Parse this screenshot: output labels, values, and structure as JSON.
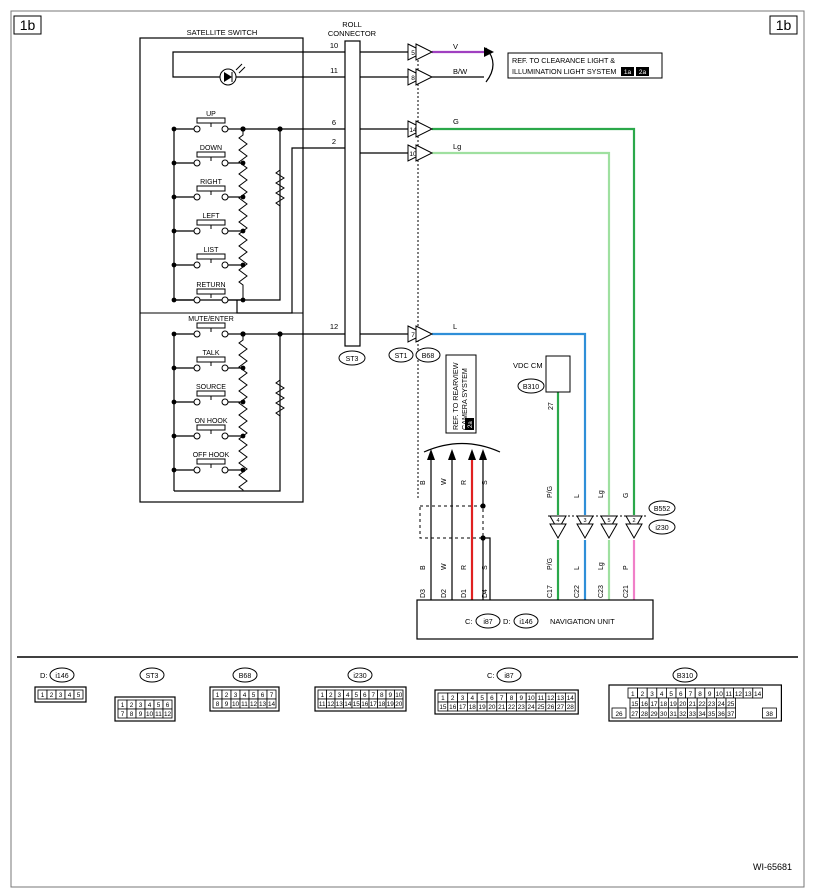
{
  "page": {
    "tag_left": "1b",
    "tag_right": "1b",
    "figure_id": "WI-65681"
  },
  "satellite_switch": {
    "title": "SATELLITE SWITCH",
    "buttons": [
      "UP",
      "DOWN",
      "RIGHT",
      "LEFT",
      "LIST",
      "RETURN",
      "MUTE/ENTER",
      "TALK",
      "SOURCE",
      "ON HOOK",
      "OFF HOOK"
    ]
  },
  "roll_connector": {
    "title_line1": "ROLL",
    "title_line2": "CONNECTOR",
    "pins": [
      "10",
      "11",
      "6",
      "2",
      "12"
    ],
    "tag": "ST3"
  },
  "connectors_mid": {
    "pins": [
      "5",
      "8",
      "14",
      "10",
      "7"
    ],
    "tags": [
      "ST1",
      "B68"
    ]
  },
  "wire_colors": {
    "violet": "#a040c0",
    "green": "#2aa84a",
    "light_green": "#9fe0a0",
    "blue": "#2f8fd8",
    "red": "#e02020",
    "pink": "#f080c8",
    "black": "#000000"
  },
  "wires": [
    {
      "code": "V",
      "color": "violet"
    },
    {
      "code": "B/W",
      "color": "black"
    },
    {
      "code": "G",
      "color": "green"
    },
    {
      "code": "Lg",
      "color": "light_green"
    },
    {
      "code": "L",
      "color": "blue"
    }
  ],
  "ref_clearance": {
    "line1": "REF. TO CLEARANCE LIGHT &",
    "line2": "ILLUMINATION LIGHT SYSTEM",
    "badges": [
      "1a",
      "2a"
    ]
  },
  "ref_camera": {
    "line1": "REF. TO REARVIEW",
    "line2": "CAMERA SYSTEM",
    "badge": "2a"
  },
  "vdc": {
    "label": "VDC CM",
    "tag": "B310",
    "pin": "27"
  },
  "camera_wires": {
    "upper": [
      "B",
      "W",
      "R",
      "S"
    ],
    "lower": [
      "B",
      "W",
      "R",
      "S"
    ],
    "pins": [
      "D3",
      "D2",
      "D1",
      "D4"
    ]
  },
  "nav_wires": {
    "upper": [
      "P/G",
      "L",
      "Lg",
      "G"
    ],
    "lower": [
      "P/G",
      "L",
      "Lg",
      "P"
    ],
    "pins": [
      "C17",
      "C22",
      "C23",
      "C21"
    ],
    "joint_pins": [
      "4",
      "3",
      "5",
      "2"
    ],
    "tags": [
      "B552",
      "i230"
    ]
  },
  "navigation_unit": {
    "label": "NAVIGATION UNIT",
    "c_prefix": "C:",
    "c_tag": "i87",
    "d_prefix": "D:",
    "d_tag": "i146"
  },
  "connector_views": [
    {
      "prefix": "D:",
      "tag": "i146",
      "rows": [
        [
          "1",
          "2",
          "3",
          "4",
          "5"
        ]
      ]
    },
    {
      "prefix": "",
      "tag": "ST3",
      "rows": [
        [
          "1",
          "2",
          "3",
          "4",
          "5",
          "6"
        ],
        [
          "7",
          "8",
          "9",
          "10",
          "11",
          "12"
        ]
      ]
    },
    {
      "prefix": "",
      "tag": "B68",
      "rows": [
        [
          "1",
          "2",
          "3",
          "4",
          "5",
          "6",
          "7"
        ],
        [
          "8",
          "9",
          "10",
          "11",
          "12",
          "13",
          "14"
        ]
      ]
    },
    {
      "prefix": "",
      "tag": "i230",
      "rows": [
        [
          "1",
          "2",
          "3",
          "4",
          "5",
          "6",
          "7",
          "8",
          "9",
          "10"
        ],
        [
          "11",
          "12",
          "13",
          "14",
          "15",
          "16",
          "17",
          "18",
          "19",
          "20"
        ]
      ]
    },
    {
      "prefix": "C:",
      "tag": "i87",
      "rows": [
        [
          "1",
          "2",
          "3",
          "4",
          "5",
          "6",
          "7",
          "8",
          "9",
          "10",
          "11",
          "12",
          "13",
          "14"
        ],
        [
          "15",
          "16",
          "17",
          "18",
          "19",
          "20",
          "21",
          "22",
          "23",
          "24",
          "25",
          "26",
          "27",
          "28"
        ]
      ]
    },
    {
      "prefix": "",
      "tag": "B310",
      "rows": [
        [
          "1",
          "2",
          "3",
          "4",
          "5",
          "6",
          "7",
          "8",
          "9",
          "10",
          "11",
          "12",
          "13",
          "14"
        ],
        [
          "15",
          "16",
          "17",
          "18",
          "19",
          "20",
          "21",
          "22",
          "23",
          "24",
          "25"
        ],
        [
          "26",
          "27",
          "28",
          "29",
          "30",
          "31",
          "32",
          "33",
          "34",
          "35",
          "36",
          "37",
          "38"
        ]
      ]
    }
  ]
}
